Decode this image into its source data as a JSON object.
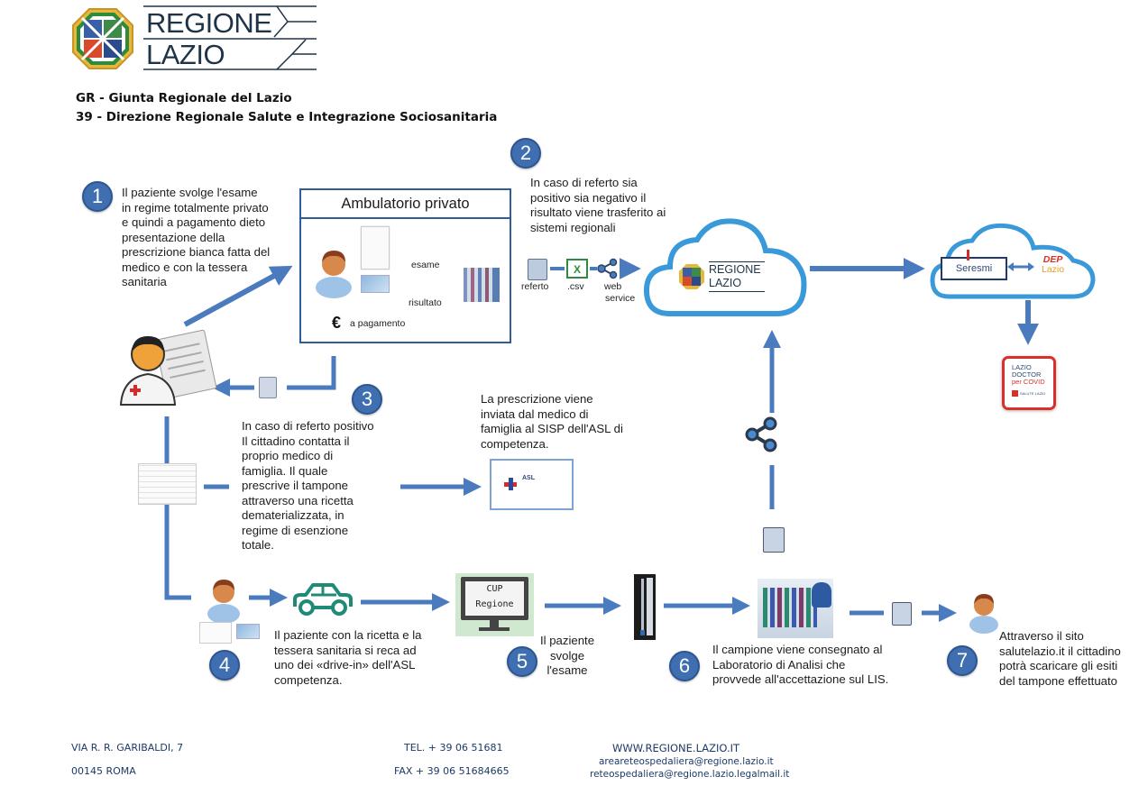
{
  "header": {
    "logo_line1": "REGIONE",
    "logo_line2": "LAZIO",
    "org_line1": "GR - Giunta Regionale del Lazio",
    "org_line2": "39 -  Direzione Regionale Salute e Integrazione Sociosanitaria"
  },
  "steps": {
    "step1": {
      "number": "1",
      "text_lines": [
        "Il paziente svolge l'esame",
        "in regime totalmente privato",
        "e quindi a pagamento dieto",
        "presentazione della",
        "prescrizione bianca fatta del",
        "medico e con la tessera",
        "sanitaria"
      ]
    },
    "step2": {
      "number": "2",
      "text_lines": [
        "In caso di referto sia",
        "positivo sia negativo il",
        "risultato viene trasferito ai",
        "sistemi regionali"
      ]
    },
    "step3": {
      "number": "3",
      "text_lines": [
        "In caso di referto positivo",
        "Il cittadino contatta il",
        "proprio medico di",
        "famiglia. Il quale",
        "prescrive il tampone",
        "attraverso una ricetta",
        "dematerializzata, in",
        "regime di esenzione",
        "totale."
      ]
    },
    "step3b": {
      "text_lines": [
        "La prescrizione viene",
        "inviata dal medico di",
        "famiglia al SISP dell'ASL di",
        "competenza."
      ]
    },
    "step4": {
      "number": "4",
      "text_lines": [
        "Il paziente con la ricetta e la",
        "tessera sanitaria  si reca ad",
        "uno dei «drive-in» dell'ASL",
        "competenza."
      ]
    },
    "step5": {
      "number": "5",
      "text_lines": [
        "Il paziente",
        "svolge",
        "l'esame"
      ]
    },
    "step6": {
      "number": "6",
      "text_lines": [
        "Il campione viene consegnato al",
        "Laboratorio di Analisi che",
        "provvede all'accettazione sul LIS."
      ]
    },
    "step7": {
      "number": "7",
      "text_lines": [
        "Attraverso il sito",
        "salutelazio.it il cittadino",
        "potrà scaricare gli esiti",
        "del tampone effettuato"
      ]
    }
  },
  "ambulatorio": {
    "title": "Ambulatorio privato",
    "esame_label": "esame",
    "risultato_label": "risultato",
    "euro_symbol": "€",
    "payment_label": "a pagamento"
  },
  "transfer": {
    "referto_label": "referto",
    "csv_label": ".csv",
    "web_label": "web",
    "service_label": "service",
    "excel_letter": "X"
  },
  "cloud_regione": {
    "line1": "REGIONE",
    "line2": "LAZIO"
  },
  "cloud_seresmi": {
    "seresmi_label": "Seresmi",
    "dep_line1": "DEP",
    "dep_line2": "Lazio"
  },
  "app_doctor": {
    "line1": "LAZIO",
    "line2": "DOCTOR",
    "line3": "per COVID",
    "footer": "SALUTE LAZIO"
  },
  "asl_card": {
    "label": "ASL"
  },
  "cup_monitor": {
    "line1": "CUP",
    "line2": "Regione"
  },
  "footer": {
    "address_line1": "VIA R. R. GARIBALDI, 7",
    "address_line2": "00145 ROMA",
    "tel": "TEL.  + 39 06 51681",
    "fax": "FAX  + 39 06 51684665",
    "website": "WWW.REGIONE.LAZIO.IT",
    "email1": "areareteospedaliera@regione.lazio.it",
    "email2": "reteospedaliera@regione.lazio.legalmail.it"
  },
  "colors": {
    "arrow_blue": "#4a7bbf",
    "badge_blue": "#3f6fb0",
    "cloud_blue": "#3a9ad9",
    "text_dark": "#1c1c1c",
    "footer_blue": "#1d3a66",
    "app_red": "#d9302a"
  }
}
